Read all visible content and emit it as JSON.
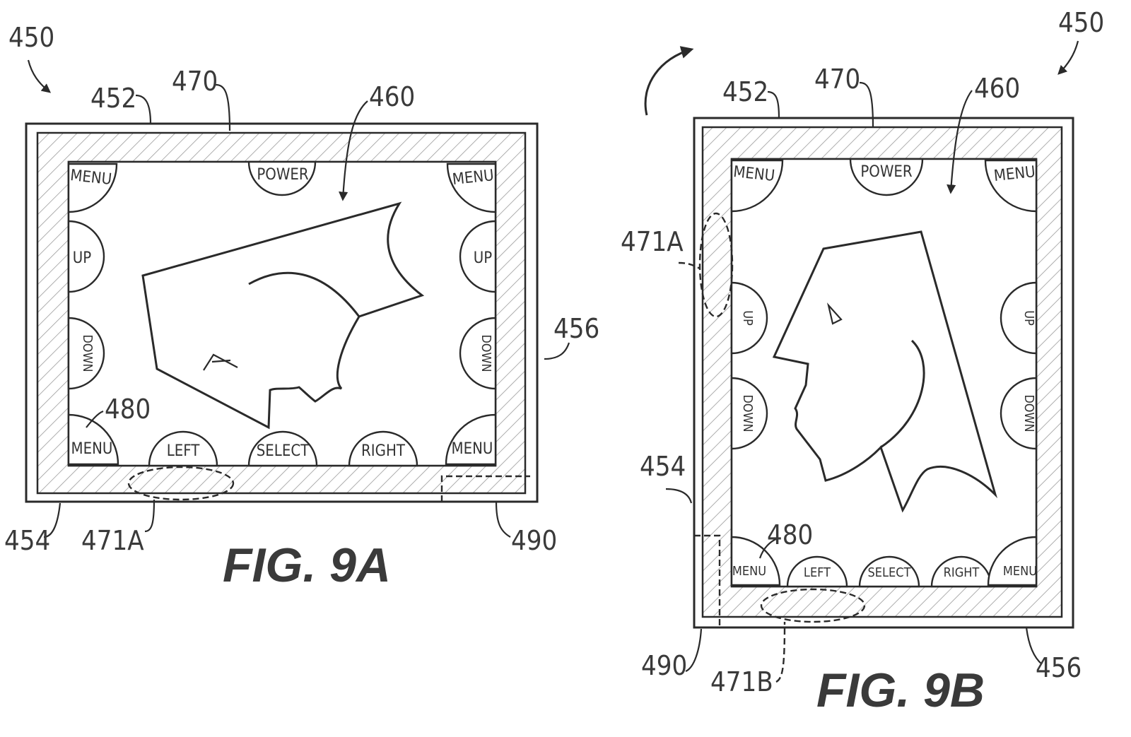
{
  "figure_a": {
    "caption": "FIG. 9A",
    "refs": {
      "device": "450",
      "frame_top": "452",
      "bezel": "470",
      "display": "460",
      "side": "456",
      "frame_bottom": "454",
      "grip_a": "471A",
      "region": "490",
      "button_ref": "480"
    },
    "buttons": {
      "menu_tl": "MENU",
      "power": "POWER",
      "menu_tr": "MENU",
      "up_l": "UP",
      "up_r": "UP",
      "down_l": "DOWN",
      "down_r": "DOWN",
      "menu_bl": "MENU",
      "left": "LEFT",
      "select": "SELECT",
      "right": "RIGHT",
      "menu_br": "MENU"
    }
  },
  "figure_b": {
    "caption": "FIG. 9B",
    "refs": {
      "device": "450",
      "frame_top": "452",
      "bezel": "470",
      "display": "460",
      "grip_a": "471A",
      "frame_left": "454",
      "button_ref": "480",
      "region": "490",
      "grip_b": "471B",
      "side": "456"
    },
    "buttons": {
      "menu_tl": "MENU",
      "power": "POWER",
      "menu_tr": "MENU",
      "up_l": "UP",
      "up_r": "UP",
      "down_l": "DOWN",
      "down_r": "DOWN",
      "menu_bl": "MENU",
      "left": "LEFT",
      "select": "SELECT",
      "right": "RIGHT",
      "menu_br": "MENU"
    }
  }
}
